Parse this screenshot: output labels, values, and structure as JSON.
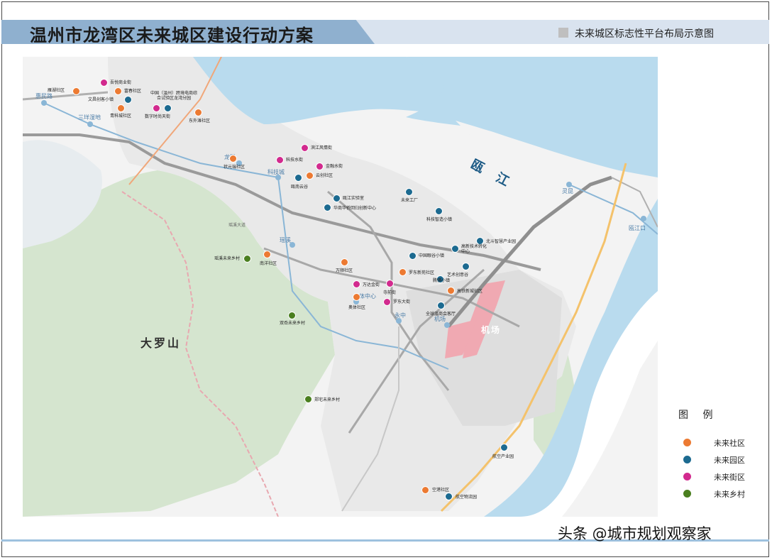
{
  "title": "温州市龙湾区未来城区建设行动方案",
  "subtitle": "未来城区标志性平台布局示意图",
  "colors": {
    "community": "#ec7a32",
    "park": "#1c6a90",
    "street": "#d22a8e",
    "village": "#4a7f1f"
  },
  "legend": {
    "title": "图 例",
    "items": [
      {
        "label": "未来社区",
        "color": "#ec7a32"
      },
      {
        "label": "未来园区",
        "color": "#1c6a90"
      },
      {
        "label": "未来街区",
        "color": "#d22a8e"
      },
      {
        "label": "未来乡村",
        "color": "#4a7f1f"
      }
    ]
  },
  "map": {
    "river": "瓯　江",
    "mountain": "大罗山",
    "airport": "机场",
    "stations": [
      "惠民路",
      "三垟湿地",
      "龙腾",
      "科技城",
      "瑶溪",
      "奥体中心",
      "永中",
      "机场",
      "灵昆",
      "瓯江口",
      "瑶溪大道"
    ],
    "platforms": [
      {
        "name": "雁湖社区",
        "type": "community"
      },
      {
        "name": "吾悦商业街",
        "type": "street"
      },
      {
        "name": "富春社区",
        "type": "community"
      },
      {
        "name": "文昌创客小镇",
        "type": "park"
      },
      {
        "name": "中国（温州）跨境电商综合试验区龙湾分园",
        "type": "park"
      },
      {
        "name": "数字时尚天街",
        "type": "street"
      },
      {
        "name": "青科城社区",
        "type": "community"
      },
      {
        "name": "东外滩社区",
        "type": "community"
      },
      {
        "name": "滨江风情街",
        "type": "street"
      },
      {
        "name": "科技水街",
        "type": "street"
      },
      {
        "name": "金融水街",
        "type": "street"
      },
      {
        "name": "状元瑞社区",
        "type": "community"
      },
      {
        "name": "云创社区",
        "type": "community"
      },
      {
        "name": "瓯南云谷",
        "type": "park"
      },
      {
        "name": "瓯江实验室",
        "type": "park"
      },
      {
        "name": "华商华侨回归创新中心",
        "type": "park"
      },
      {
        "name": "未来工厂",
        "type": "park"
      },
      {
        "name": "科技智造小镇",
        "type": "park"
      },
      {
        "name": "北斗智慧产业园",
        "type": "park"
      },
      {
        "name": "高新技术转化中心",
        "type": "park"
      },
      {
        "name": "中国眼谷小镇",
        "type": "park"
      },
      {
        "name": "瑶溪未来乡村",
        "type": "village"
      },
      {
        "name": "南洋社区",
        "type": "community"
      },
      {
        "name": "万顺社区",
        "type": "community"
      },
      {
        "name": "罗东新苑社区",
        "type": "community"
      },
      {
        "name": "艺术创意谷",
        "type": "park"
      },
      {
        "name": "腾骐小镇",
        "type": "park"
      },
      {
        "name": "万达金街",
        "type": "street"
      },
      {
        "name": "寺前街",
        "type": "street"
      },
      {
        "name": "高铁新城社区",
        "type": "community"
      },
      {
        "name": "罗东大街",
        "type": "street"
      },
      {
        "name": "奥体社区",
        "type": "community"
      },
      {
        "name": "全球温商会客厅",
        "type": "park"
      },
      {
        "name": "双岙未来乡村",
        "type": "village"
      },
      {
        "name": "郑宅未来乡村",
        "type": "village"
      },
      {
        "name": "航空产业园",
        "type": "park"
      },
      {
        "name": "空港社区",
        "type": "community"
      },
      {
        "name": "航空物流园",
        "type": "park"
      }
    ]
  },
  "watermark": "头条 @城市规划观察家"
}
